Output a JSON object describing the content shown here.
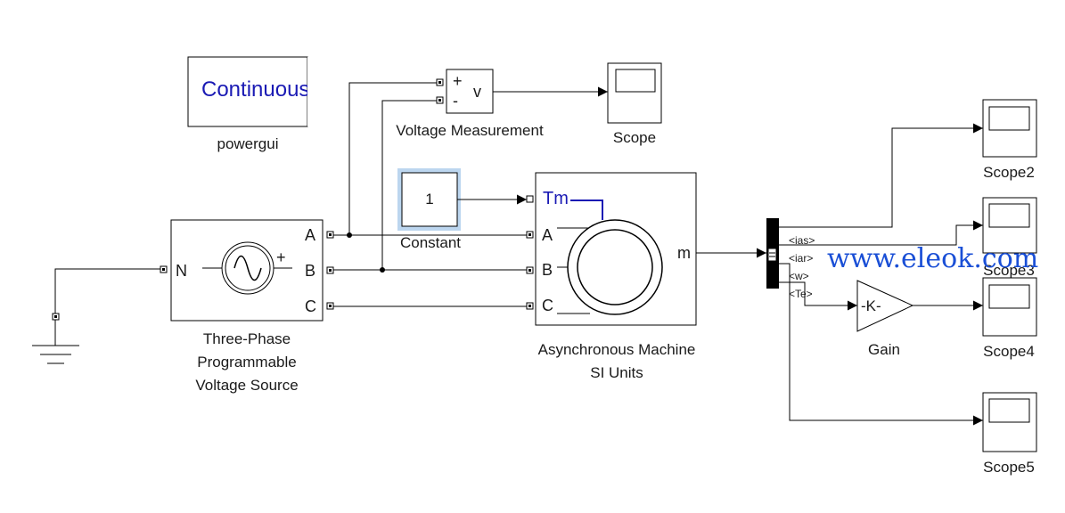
{
  "powergui": {
    "display": "Continuous",
    "name": "powergui"
  },
  "voltage_measurement": {
    "plus": "+",
    "minus": "-",
    "output": "v",
    "name": "Voltage Measurement"
  },
  "scopes": {
    "scope": "Scope",
    "scope2": "Scope2",
    "scope3": "Scope3",
    "scope4": "Scope4",
    "scope5": "Scope5"
  },
  "constant": {
    "value": "1",
    "name": "Constant"
  },
  "source": {
    "name_line1": "Three-Phase",
    "name_line2": "Programmable",
    "name_line3": "Voltage Source",
    "port_n": "N",
    "port_a": "A",
    "port_b": "B",
    "port_c": "C",
    "plus": "+"
  },
  "machine": {
    "port_tm": "Tm",
    "port_a": "A",
    "port_b": "B",
    "port_c": "C",
    "port_m": "m",
    "name_line1": "Asynchronous Machine",
    "name_line2": "SI Units"
  },
  "bus_signals": {
    "ias": "<ias>",
    "iar": "<iar>",
    "w": "<w>",
    "te": "<Te>"
  },
  "gain": {
    "display": "-K-",
    "name": "Gain"
  },
  "watermark": "www.eleok.com",
  "colors": {
    "label_blue": "#1a1ab4",
    "selection": "#bcd6ef",
    "watermark": "#1a4fd6"
  }
}
